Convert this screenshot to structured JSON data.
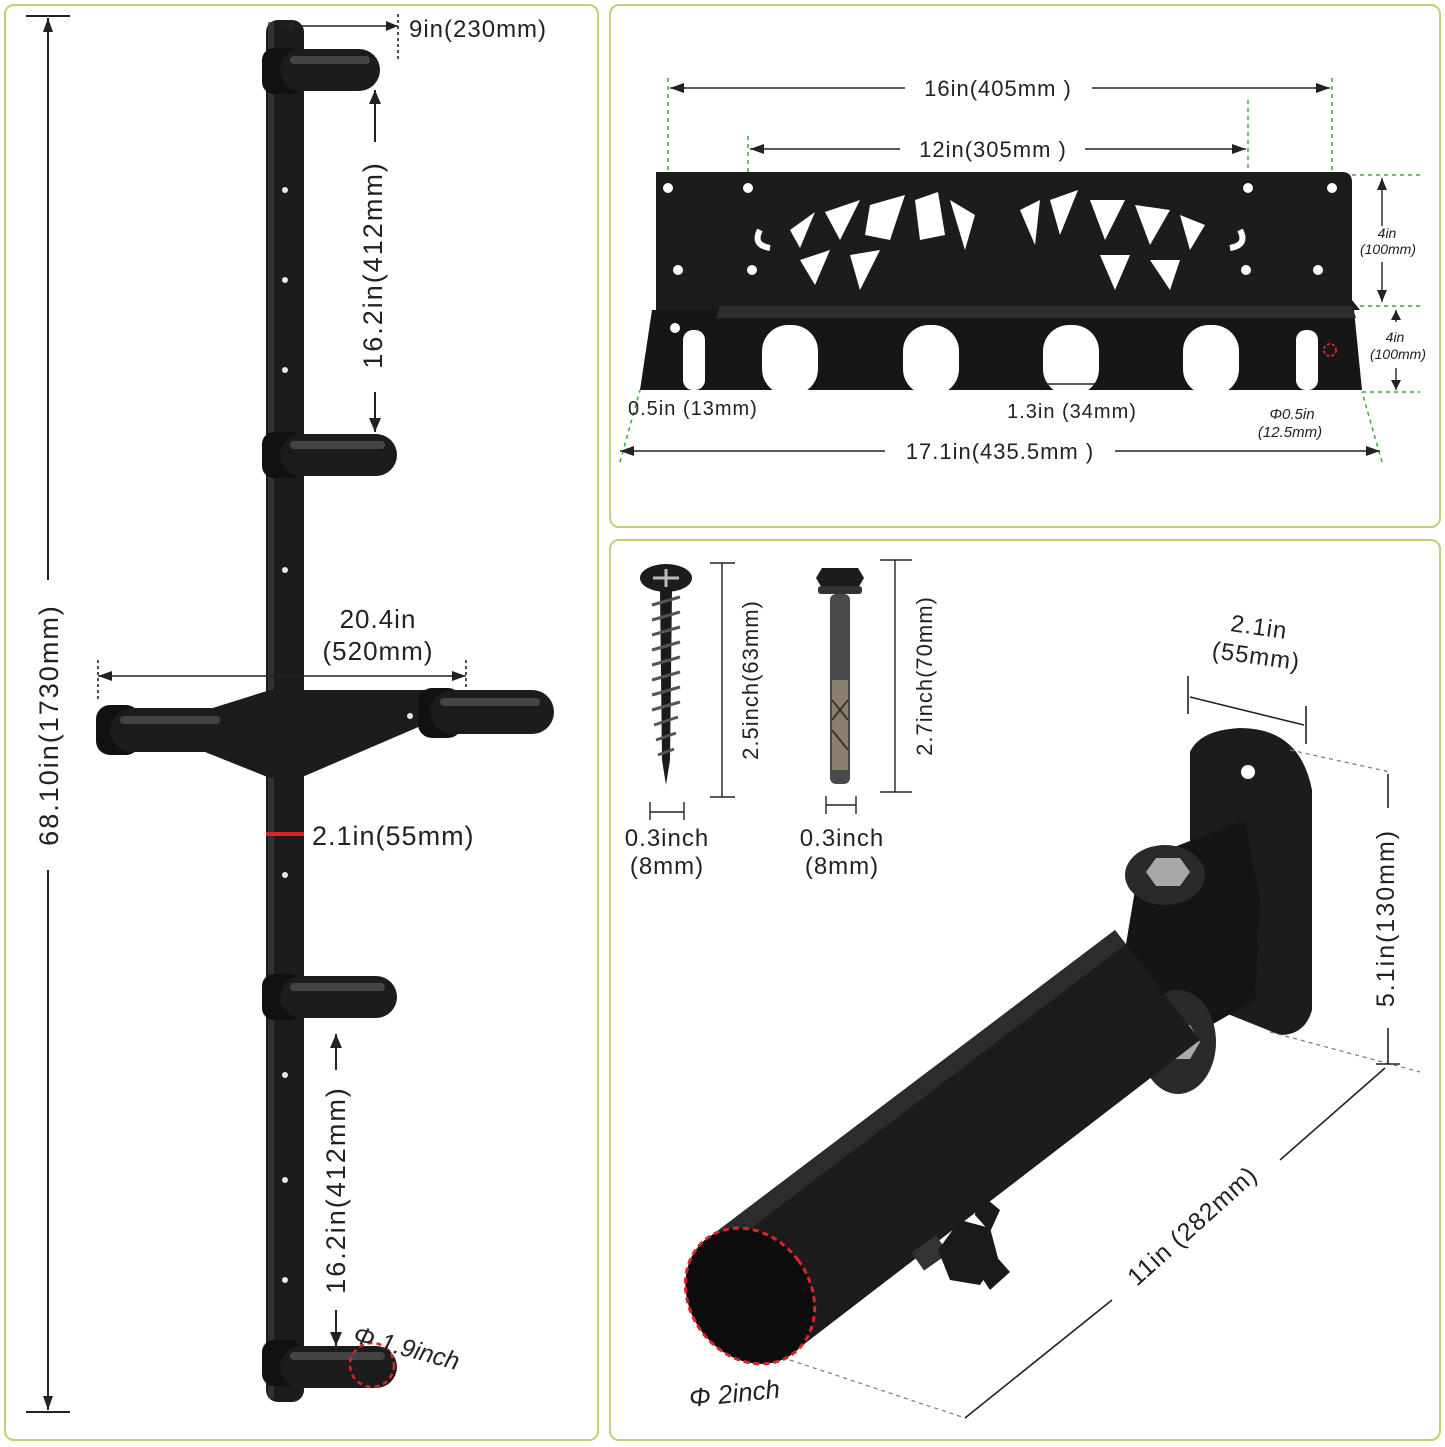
{
  "colors": {
    "panel_border": "#b9d37a",
    "metal": "#1c1c1c",
    "highlight": "#3a3a3a",
    "dim_line": "#222222",
    "guide_green": "#3aaa35",
    "guide_gray": "#777777",
    "accent_red": "#d9252a"
  },
  "rack": {
    "top_peg_length": "9in(230mm)",
    "peg_spacing_upper": "16.2in(412mm)",
    "total_height": "68.10in(1730mm)",
    "arm_span_in": "20.4in",
    "arm_span_mm": "(520mm)",
    "strip_width": "2.1in(55mm)",
    "peg_spacing_lower": "16.2in(412mm)",
    "peg_diameter": "Φ 1.9inch"
  },
  "bracket": {
    "outer_hole_span": "16in(405mm )",
    "inner_hole_span": "12in(305mm )",
    "back_height_in": "4in",
    "back_height_mm": "(100mm)",
    "base_depth_in": "4in",
    "base_depth_mm": "(100mm)",
    "end_slot": "0.5in (13mm)",
    "slot_width": "1.3in (34mm)",
    "hole_dia_in": "Φ0.5in",
    "hole_dia_mm": "(12.5mm)",
    "total_width": "17.1in(435.5mm )"
  },
  "hardware": {
    "screw_length": "2.5inch(63mm)",
    "screw_dia": "0.3inch",
    "screw_dia_mm": "(8mm)",
    "bolt_length": "2.7inch(70mm)",
    "bolt_dia": "0.3inch",
    "bolt_dia_mm": "(8mm)"
  },
  "holder": {
    "plate_width_in": "2.1in",
    "plate_width_mm": "(55mm)",
    "plate_height": "5.1in(130mm)",
    "sleeve_length": "11in (282mm)",
    "sleeve_dia": "Φ 2inch"
  }
}
